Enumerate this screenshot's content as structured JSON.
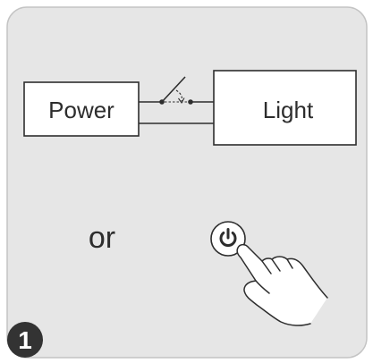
{
  "diagram": {
    "power_label": "Power",
    "light_label": "Light",
    "or_label": "or",
    "step_number": "1"
  },
  "icons": {
    "power_button": "power-button-icon",
    "hand": "pointing-hand-icon",
    "switch": "switch-symbol-icon"
  },
  "colors": {
    "panel": "#e6e6e6",
    "stroke": "#2d2d2d",
    "badge": "#333333"
  }
}
